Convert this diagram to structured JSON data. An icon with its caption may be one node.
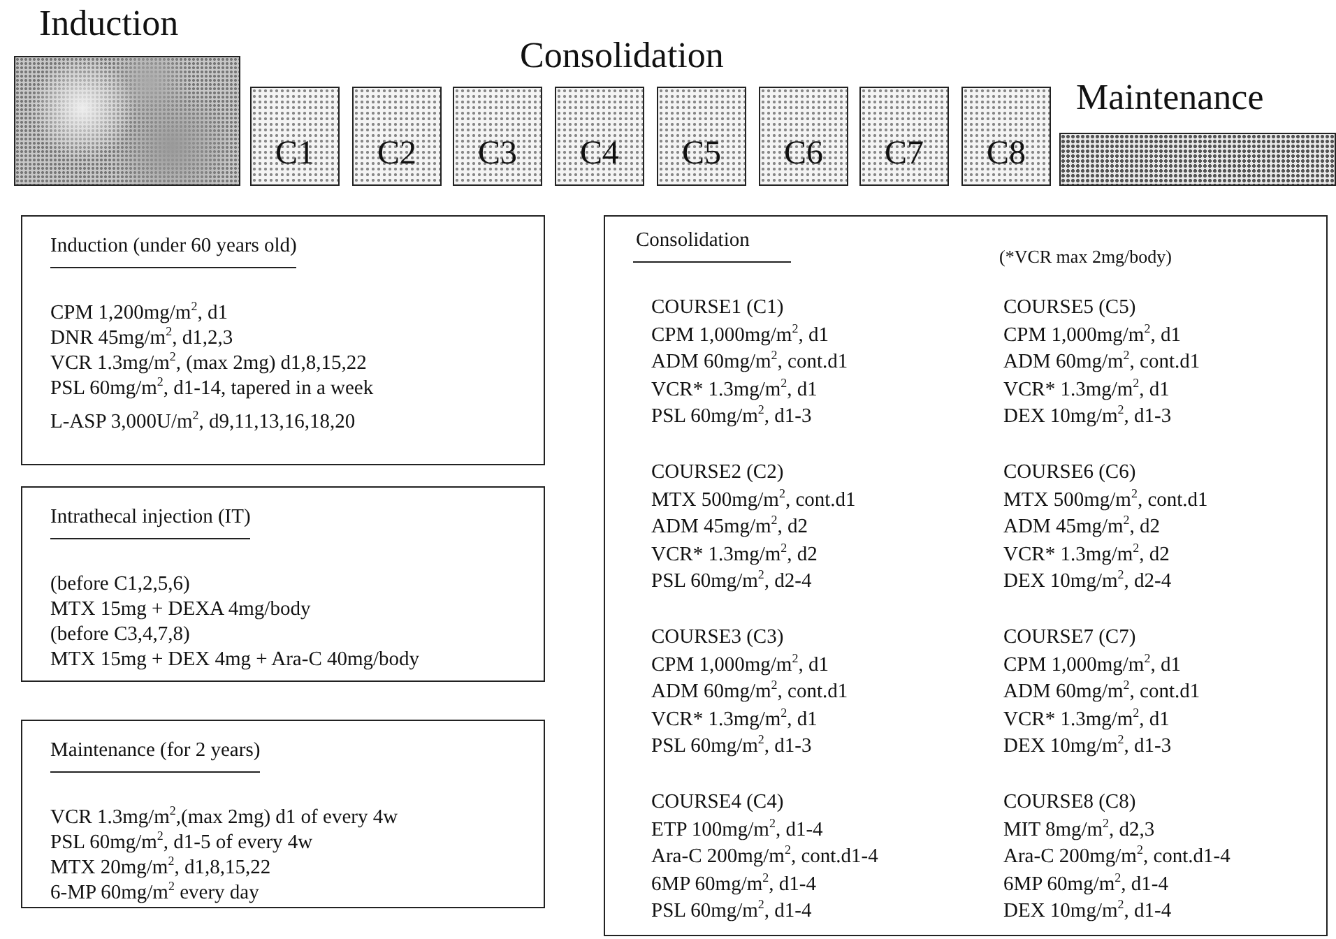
{
  "diagram": {
    "nodes": [
      {
        "text": [
          "Induction"
        ]
      },
      {
        "text": [
          "C1"
        ]
      },
      {
        "text": [
          "C2"
        ]
      },
      {
        "text": [
          "C3"
        ]
      },
      {
        "text": [
          "C4"
        ]
      },
      {
        "text": [
          "C5"
        ]
      },
      {
        "text": [
          "C6"
        ]
      },
      {
        "text": [
          "C7"
        ]
      },
      {
        "text": [
          "C8"
        ]
      },
      {
        "text": [
          "Maintenance"
        ]
      },
      {
        "text": [
          "Induction (under 60 years old)",
          "CPM 1,200mg/m$^{2}$, d1",
          "DNR 45mg/m$^{2}$, d1,2,3",
          "VCR 1.3mg/m$^{2}$, (max 2mg) d1,8,15,22",
          "PSL 60mg/m$^{2}$, d1-14, tapered in a week",
          "L-ASP 3,000U/m$^{2}$, d9,11,13,16,18,20"
        ]
      },
      {
        "text": [
          "Intrathecal injection (IT)",
          "(before C1,2,5,6)",
          "MTX 15mg + DEXA 4mg/body",
          "(before C3,4,7,8)",
          "MTX 15mg + DEX 4mg + Ara-C 40mg/body"
        ]
      },
      {
        "text": [
          "Maintenance (for 2 years)",
          "VCR 1.3mg/m$^{2}$,(max 2mg) d1 of every 4w",
          "PSL 60mg/m$^{2}$, d1-5 of every 4w",
          "MTX 20mg/m$^{2}$, d1,8,15,22",
          "6-MP 60mg/m$^{2}$ every day"
        ]
      },
      {
        "text": [
          "Consolidation",
          "(*VCR max 2mg/body)",
          "COURSE1 (C1)",
          "CPM 1,000mg/m$^{2}$, d1",
          "ADM 60mg/m$^{2}$, cont.d1",
          "VCR* 1.3mg/m$^{2}$, d1",
          "PSL 60mg/m$^{2}$, d1-3",
          "COURSE2 (C2)",
          "MTX 500mg/m$^{2}$, cont.d1",
          "ADM 45mg/m$^{2}$, d2",
          "VCR* 1.3mg/m$^{2}$, d2",
          "PSL 60mg/m$^{2}$, d2-4",
          "COURSE3 (C3)",
          "CPM 1,000mg/m$^{2}$, d1",
          "ADM 60mg/m$^{2}$, cont.d1",
          "VCR* 1.3mg/m$^{2}$, d1",
          "PSL 60mg/m$^{2}$, d1-3",
          "COURSE4 (C4)",
          "ETP 100mg/m$^{2}$, d1-4",
          "Ara-C 200mg/m$^{2}$, cont.d1-4",
          "6MP 60mg/m$^{2}$, d1-4",
          "PSL 60mg/m$^{2}$, d1-4",
          "COURSE5 (C5)",
          "CPM 1,000mg/m$^{2}$, d1",
          "ADM 60mg/m$^{2}$, cont.d1",
          "VCR* 1.3mg/m$^{2}$, d1",
          "DEX 10mg/m$^{2}$, d1-3",
          "COURSE6 (C6)",
          "MTX 500mg/m$^{2}$, cont.d1",
          "ADM 45mg/m$^{2}$, d2",
          "VCR* 1.3mg/m$^{2}$, d2",
          "DEX 10mg/m$^{2}$, d2-4",
          "COURSE7 (C7)",
          "CPM 1,000mg/m$^{2}$, d1",
          "ADM 60mg/m$^{2}$, cont.d1",
          "VCR* 1.3mg/m$^{2}$, d1",
          "DEX 10mg/m$^{2}$, d1-3",
          "COURSE8 (C8)",
          "MIT 8mg/m$^{2}$, d2,3",
          "Ara-C 200mg/m$^{2}$, cont.d1-4",
          "6MP 60mg/m$^{2}$, d1-4",
          "DEX 10mg/m$^{2}$, d1-4"
        ]
      }
    ],
    "labels": [
      "Consolidation"
    ]
  }
}
